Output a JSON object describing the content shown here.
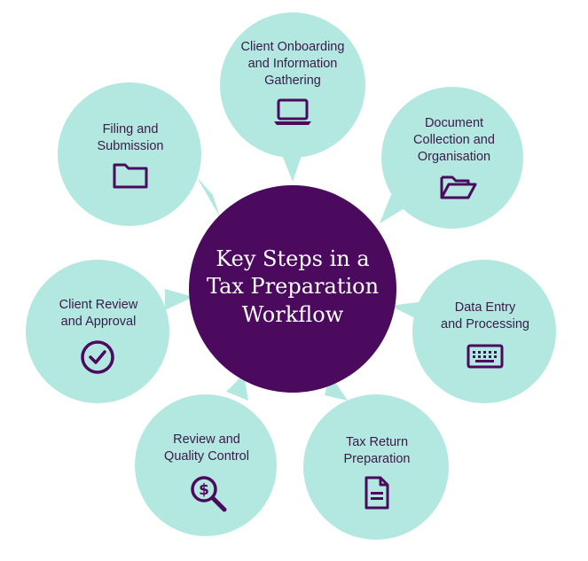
{
  "colors": {
    "bubble": "#b3e8e0",
    "center": "#4b0a5e",
    "icon": "#4b0a5e",
    "step_text": "#3a1a4a",
    "center_text": "#ffffff"
  },
  "center_title": "Key Steps in a\nTax Preparation\nWorkflow",
  "steps": [
    {
      "label": "Client Onboarding\nand Information\nGathering",
      "icon": "laptop-icon"
    },
    {
      "label": "Document\nCollection and\nOrganisation",
      "icon": "open-folder-icon"
    },
    {
      "label": "Data Entry\nand Processing",
      "icon": "keyboard-icon"
    },
    {
      "label": "Tax Return\nPreparation",
      "icon": "document-icon"
    },
    {
      "label": "Review and\nQuality Control",
      "icon": "magnifier-dollar-icon"
    },
    {
      "label": "Client Review\nand Approval",
      "icon": "checkmark-circle-icon"
    },
    {
      "label": "Filing and\nSubmission",
      "icon": "folder-icon"
    }
  ]
}
